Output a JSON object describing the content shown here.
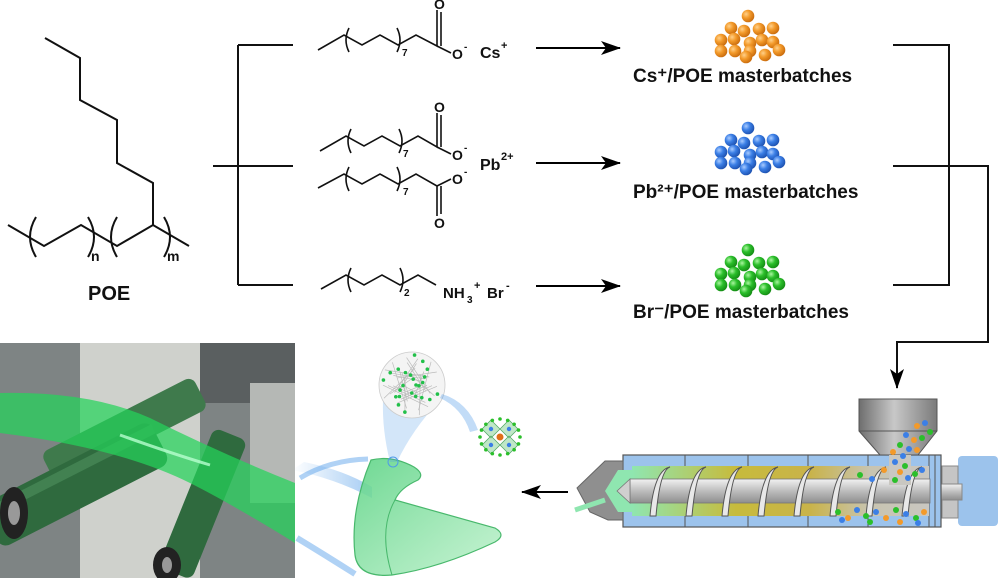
{
  "polymer": {
    "label": "POE",
    "backbone_subscript_n": "n",
    "backbone_subscript_m": "m"
  },
  "precursors": [
    {
      "name": "cesium-oleate-like carboxylate",
      "repeat_count": "7",
      "anion_label": "O",
      "anion_charge": "-",
      "carbonyl_label": "O",
      "counter_ion": "Cs",
      "counter_ion_charge": "+"
    },
    {
      "name": "lead carboxylate",
      "repeat_count": "7",
      "anion_label": "O",
      "anion_charge": "-",
      "carbonyl_label": "O",
      "counter_ion": "Pb",
      "counter_ion_charge": "2+"
    },
    {
      "name": "alkylammonium bromide",
      "repeat_count": "2",
      "amine_label": "NH",
      "amine_sub": "3",
      "amine_charge": "+",
      "counter_ion": "Br",
      "counter_ion_charge": "-"
    }
  ],
  "masterbatches": [
    {
      "label": "Cs⁺/POE masterbatches",
      "color": "#f39a2a"
    },
    {
      "label": "Pb²⁺/POE masterbatches",
      "color": "#3b7fe6"
    },
    {
      "label": "Br⁻/POE masterbatches",
      "color": "#2bbf2b"
    }
  ],
  "extruder": {
    "barrel_color": "#9cc3ec",
    "melt_gradient": [
      "#8fe6b0",
      "#c9b83a",
      "#b9b9b0"
    ],
    "hopper_color": "#9a9a9a",
    "motor_color": "#9cc3ec"
  },
  "film": {
    "color": "#8fe3a6",
    "highlight": "#3fc06a",
    "zoom_callout_color": "#4f9be8"
  },
  "photo": {
    "description": "Green luminescent film running over rollers on a production line"
  }
}
